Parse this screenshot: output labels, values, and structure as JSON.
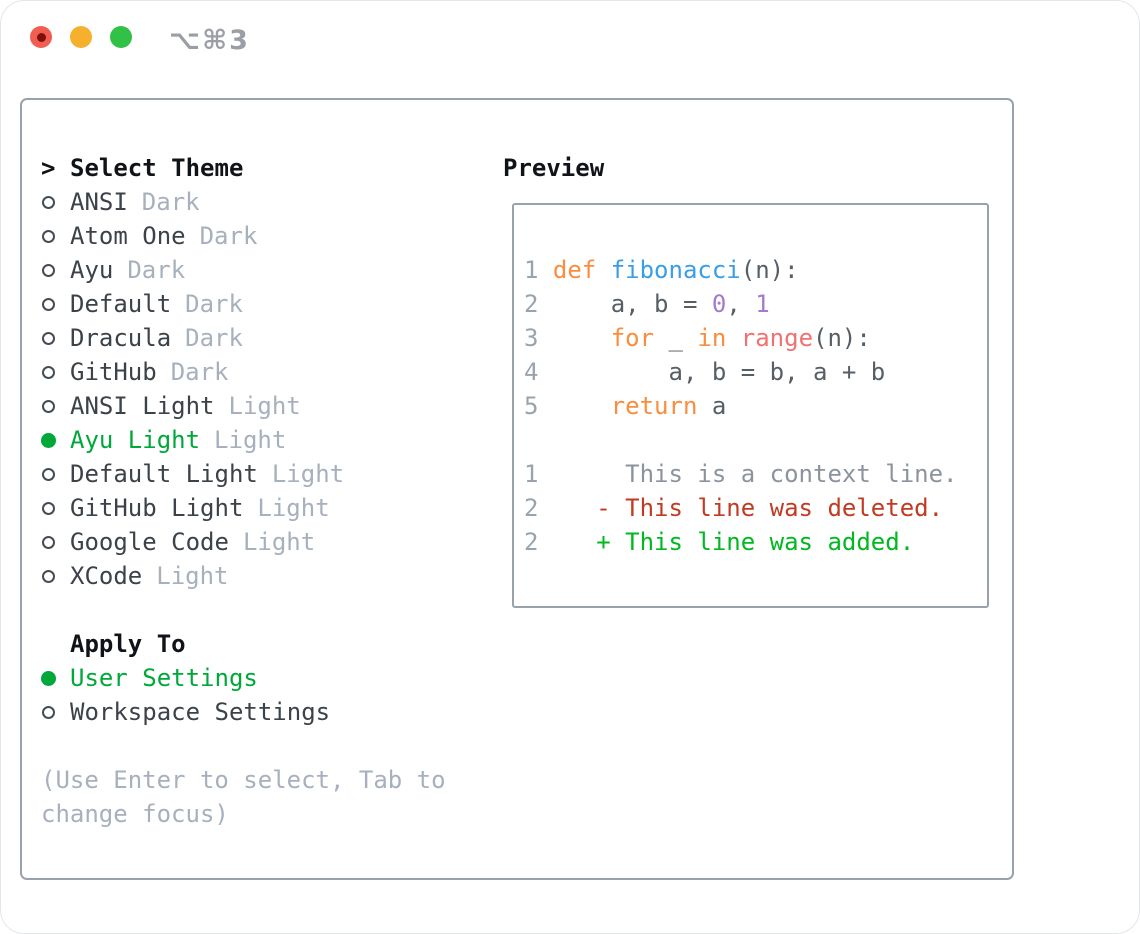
{
  "titlebar": {
    "shortcut": "⌥⌘3"
  },
  "theme_panel": {
    "title_marker": ">",
    "title": "Select Theme",
    "themes": [
      {
        "name": "ANSI",
        "variant": "Dark",
        "selected": false
      },
      {
        "name": "Atom One",
        "variant": "Dark",
        "selected": false
      },
      {
        "name": "Ayu",
        "variant": "Dark",
        "selected": false
      },
      {
        "name": "Default",
        "variant": "Dark",
        "selected": false
      },
      {
        "name": "Dracula",
        "variant": "Dark",
        "selected": false
      },
      {
        "name": "GitHub",
        "variant": "Dark",
        "selected": false
      },
      {
        "name": "ANSI Light",
        "variant": "Light",
        "selected": false
      },
      {
        "name": "Ayu Light",
        "variant": "Light",
        "selected": true
      },
      {
        "name": "Default Light",
        "variant": "Light",
        "selected": false
      },
      {
        "name": "GitHub Light",
        "variant": "Light",
        "selected": false
      },
      {
        "name": "Google Code",
        "variant": "Light",
        "selected": false
      },
      {
        "name": "XCode",
        "variant": "Light",
        "selected": false
      }
    ],
    "apply_to": {
      "title": "Apply To",
      "options": [
        {
          "name": "User Settings",
          "selected": true
        },
        {
          "name": "Workspace Settings",
          "selected": false
        }
      ]
    },
    "hint": "(Use Enter to select, Tab to change focus)"
  },
  "preview": {
    "title": "Preview",
    "lines": [
      {
        "name": "code-line-1",
        "segments": [
          {
            "t": "1 ",
            "c": "num"
          },
          {
            "t": "def ",
            "c": "kw"
          },
          {
            "t": "fibonacci",
            "c": "fn"
          },
          {
            "t": "(n):",
            "c": "def"
          }
        ]
      },
      {
        "name": "code-line-2",
        "segments": [
          {
            "t": "2 ",
            "c": "num"
          },
          {
            "t": "    a, b = ",
            "c": "def"
          },
          {
            "t": "0",
            "c": "lit"
          },
          {
            "t": ", ",
            "c": "def"
          },
          {
            "t": "1",
            "c": "lit"
          }
        ]
      },
      {
        "name": "code-line-3",
        "segments": [
          {
            "t": "3 ",
            "c": "num"
          },
          {
            "t": "    ",
            "c": "def"
          },
          {
            "t": "for",
            "c": "kw"
          },
          {
            "t": " _ ",
            "c": "def"
          },
          {
            "t": "in",
            "c": "kw"
          },
          {
            "t": " ",
            "c": "def"
          },
          {
            "t": "range",
            "c": "bi"
          },
          {
            "t": "(n):",
            "c": "def"
          }
        ]
      },
      {
        "name": "code-line-4",
        "segments": [
          {
            "t": "4 ",
            "c": "num"
          },
          {
            "t": "        a, b = b, a + b",
            "c": "def"
          }
        ]
      },
      {
        "name": "code-line-5",
        "segments": [
          {
            "t": "5 ",
            "c": "num"
          },
          {
            "t": "    ",
            "c": "def"
          },
          {
            "t": "return",
            "c": "kw"
          },
          {
            "t": " a",
            "c": "def"
          }
        ]
      },
      {
        "name": "blank-line",
        "segments": [
          {
            "t": "",
            "c": "def"
          }
        ]
      },
      {
        "name": "diff-context-line",
        "segments": [
          {
            "t": "1 ",
            "c": "num"
          },
          {
            "t": "     This is a context line.",
            "c": "ctx"
          }
        ]
      },
      {
        "name": "diff-deleted-line",
        "segments": [
          {
            "t": "2 ",
            "c": "num"
          },
          {
            "t": "   - This line was deleted.",
            "c": "del"
          }
        ]
      },
      {
        "name": "diff-added-line",
        "segments": [
          {
            "t": "2 ",
            "c": "num"
          },
          {
            "t": "   + This line was added.",
            "c": "add"
          }
        ]
      }
    ]
  },
  "colors": {
    "selection_green": "#00a83a",
    "diff_added_green": "#00b81f",
    "diff_deleted_red": "#c13a22",
    "syntax_keyword_orange": "#fa8d3e",
    "syntax_function_blue": "#399ee6",
    "syntax_number_purple": "#a37acc",
    "syntax_builtin_coral": "#f07171",
    "code_default": "#565e66",
    "line_number_gray": "#99a3ae",
    "context_gray": "#8b949e",
    "text_primary": "#3c4249",
    "text_heading": "#101418",
    "text_dim": "#a7b0bd",
    "border_gray": "#98a1ac",
    "traffic_red": "#f15d51",
    "traffic_red_dot": "#7c100a",
    "traffic_yellow": "#f5b02d",
    "traffic_green": "#31c146",
    "shortcut_gray": "#9b9fa5"
  }
}
